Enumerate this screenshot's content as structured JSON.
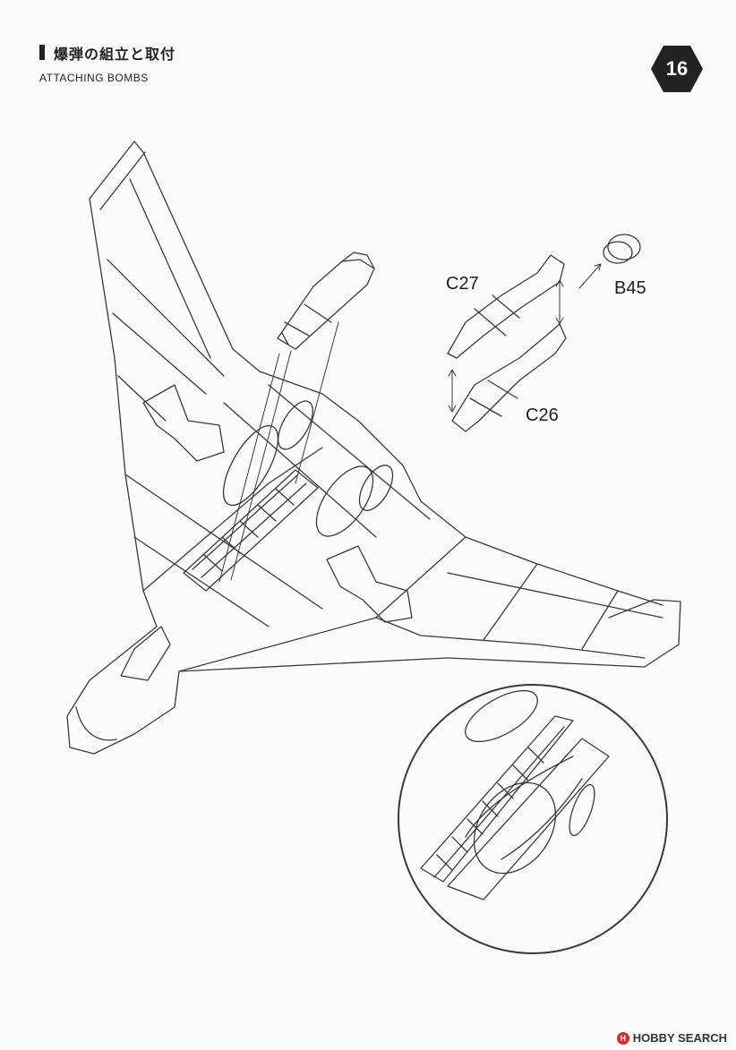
{
  "header": {
    "title_jp": "爆弾の組立と取付",
    "title_en": "ATTACHING BOMBS",
    "step_number": "16"
  },
  "parts": {
    "c27": "C27",
    "b45": "B45",
    "c26": "C26"
  },
  "footer": {
    "logo_glyph": "H",
    "brand": "HOBBY SEARCH"
  },
  "colors": {
    "line": "#3a3a3a",
    "badge": "#222222",
    "page": "#fbfbfb"
  }
}
